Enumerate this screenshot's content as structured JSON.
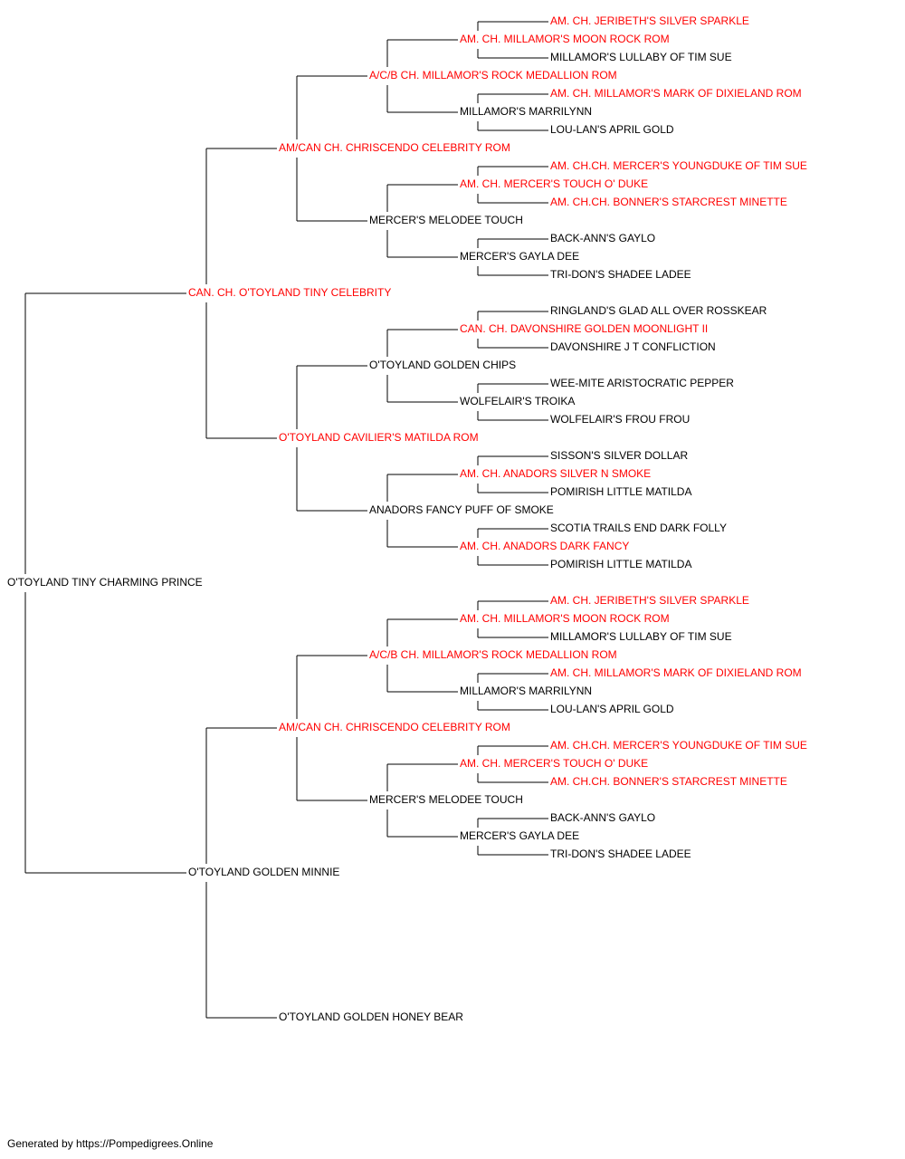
{
  "colors": {
    "champion": "#ff0000",
    "normal": "#000000",
    "line": "#000000"
  },
  "pedigree": {
    "name": "O'TOYLAND TINY CHARMING PRINCE",
    "champion": false,
    "sire": {
      "name": "CAN. CH. O'TOYLAND TINY CELEBRITY",
      "champion": true,
      "sire": {
        "name": "AM/CAN CH. CHRISCENDO CELEBRITY ROM",
        "champion": true,
        "sire": {
          "name": "A/C/B CH. MILLAMOR'S ROCK MEDALLION ROM",
          "champion": true,
          "sire": {
            "name": "AM. CH. MILLAMOR'S MOON ROCK ROM",
            "champion": true,
            "sire": {
              "name": "AM. CH. JERIBETH'S SILVER SPARKLE",
              "champion": true
            },
            "dam": {
              "name": "MILLAMOR'S LULLABY OF TIM SUE",
              "champion": false
            }
          },
          "dam": {
            "name": "MILLAMOR'S MARRILYNN",
            "champion": false,
            "sire": {
              "name": "AM. CH. MILLAMOR'S MARK OF DIXIELAND ROM",
              "champion": true
            },
            "dam": {
              "name": "LOU-LAN'S APRIL GOLD",
              "champion": false
            }
          }
        },
        "dam": {
          "name": "MERCER'S MELODEE TOUCH",
          "champion": false,
          "sire": {
            "name": "AM. CH. MERCER'S TOUCH O' DUKE",
            "champion": true,
            "sire": {
              "name": "AM. CH.CH. MERCER'S YOUNGDUKE OF TIM SUE",
              "champion": true
            },
            "dam": {
              "name": "AM. CH.CH. BONNER'S STARCREST MINETTE",
              "champion": true
            }
          },
          "dam": {
            "name": "MERCER'S GAYLA DEE",
            "champion": false,
            "sire": {
              "name": "BACK-ANN'S GAYLO",
              "champion": false
            },
            "dam": {
              "name": "TRI-DON'S SHADEE LADEE",
              "champion": false
            }
          }
        }
      },
      "dam": {
        "name": "O'TOYLAND CAVILIER'S MATILDA ROM",
        "champion": true,
        "sire": {
          "name": "O'TOYLAND GOLDEN CHIPS",
          "champion": false,
          "sire": {
            "name": "CAN. CH. DAVONSHIRE GOLDEN MOONLIGHT II",
            "champion": true,
            "sire": {
              "name": "RINGLAND'S GLAD ALL OVER ROSSKEAR",
              "champion": false
            },
            "dam": {
              "name": "DAVONSHIRE J T CONFLICTION",
              "champion": false
            }
          },
          "dam": {
            "name": "WOLFELAIR'S TROIKA",
            "champion": false,
            "sire": {
              "name": "WEE-MITE ARISTOCRATIC PEPPER",
              "champion": false
            },
            "dam": {
              "name": "WOLFELAIR'S FROU FROU",
              "champion": false
            }
          }
        },
        "dam": {
          "name": "ANADORS FANCY PUFF OF SMOKE",
          "champion": false,
          "sire": {
            "name": "AM. CH. ANADORS SILVER N SMOKE",
            "champion": true,
            "sire": {
              "name": "SISSON'S SILVER DOLLAR",
              "champion": false
            },
            "dam": {
              "name": "POMIRISH LITTLE MATILDA",
              "champion": false
            }
          },
          "dam": {
            "name": "AM. CH. ANADORS DARK FANCY",
            "champion": true,
            "sire": {
              "name": "SCOTIA TRAILS END DARK FOLLY",
              "champion": false
            },
            "dam": {
              "name": "POMIRISH LITTLE MATILDA",
              "champion": false
            }
          }
        }
      }
    },
    "dam": {
      "name": "O'TOYLAND GOLDEN MINNIE",
      "champion": false,
      "sire": {
        "name": "AM/CAN CH. CHRISCENDO CELEBRITY ROM",
        "champion": true,
        "sire": {
          "name": "A/C/B CH. MILLAMOR'S ROCK MEDALLION ROM",
          "champion": true,
          "sire": {
            "name": "AM. CH. MILLAMOR'S MOON ROCK ROM",
            "champion": true,
            "sire": {
              "name": "AM. CH. JERIBETH'S SILVER SPARKLE",
              "champion": true
            },
            "dam": {
              "name": "MILLAMOR'S LULLABY OF TIM SUE",
              "champion": false
            }
          },
          "dam": {
            "name": "MILLAMOR'S MARRILYNN",
            "champion": false,
            "sire": {
              "name": "AM. CH. MILLAMOR'S MARK OF DIXIELAND ROM",
              "champion": true
            },
            "dam": {
              "name": "LOU-LAN'S APRIL GOLD",
              "champion": false
            }
          }
        },
        "dam": {
          "name": "MERCER'S MELODEE TOUCH",
          "champion": false,
          "sire": {
            "name": "AM. CH. MERCER'S TOUCH O' DUKE",
            "champion": true,
            "sire": {
              "name": "AM. CH.CH. MERCER'S YOUNGDUKE OF TIM SUE",
              "champion": true
            },
            "dam": {
              "name": "AM. CH.CH. BONNER'S STARCREST MINETTE",
              "champion": true
            }
          },
          "dam": {
            "name": "MERCER'S GAYLA DEE",
            "champion": false,
            "sire": {
              "name": "BACK-ANN'S GAYLO",
              "champion": false
            },
            "dam": {
              "name": "TRI-DON'S SHADEE LADEE",
              "champion": false
            }
          }
        }
      },
      "dam": {
        "name": "O'TOYLAND GOLDEN HONEY BEAR",
        "champion": false
      }
    }
  },
  "footer": {
    "text": "Generated by https://Pompedigrees.Online"
  }
}
